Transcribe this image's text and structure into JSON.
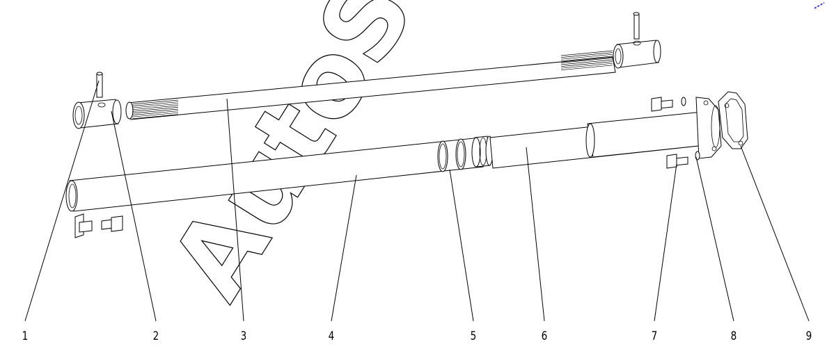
{
  "callouts": [
    "1",
    "2",
    "3",
    "4",
    "5",
    "6",
    "7",
    "8",
    "9"
  ],
  "watermark": "AutoSoft"
}
